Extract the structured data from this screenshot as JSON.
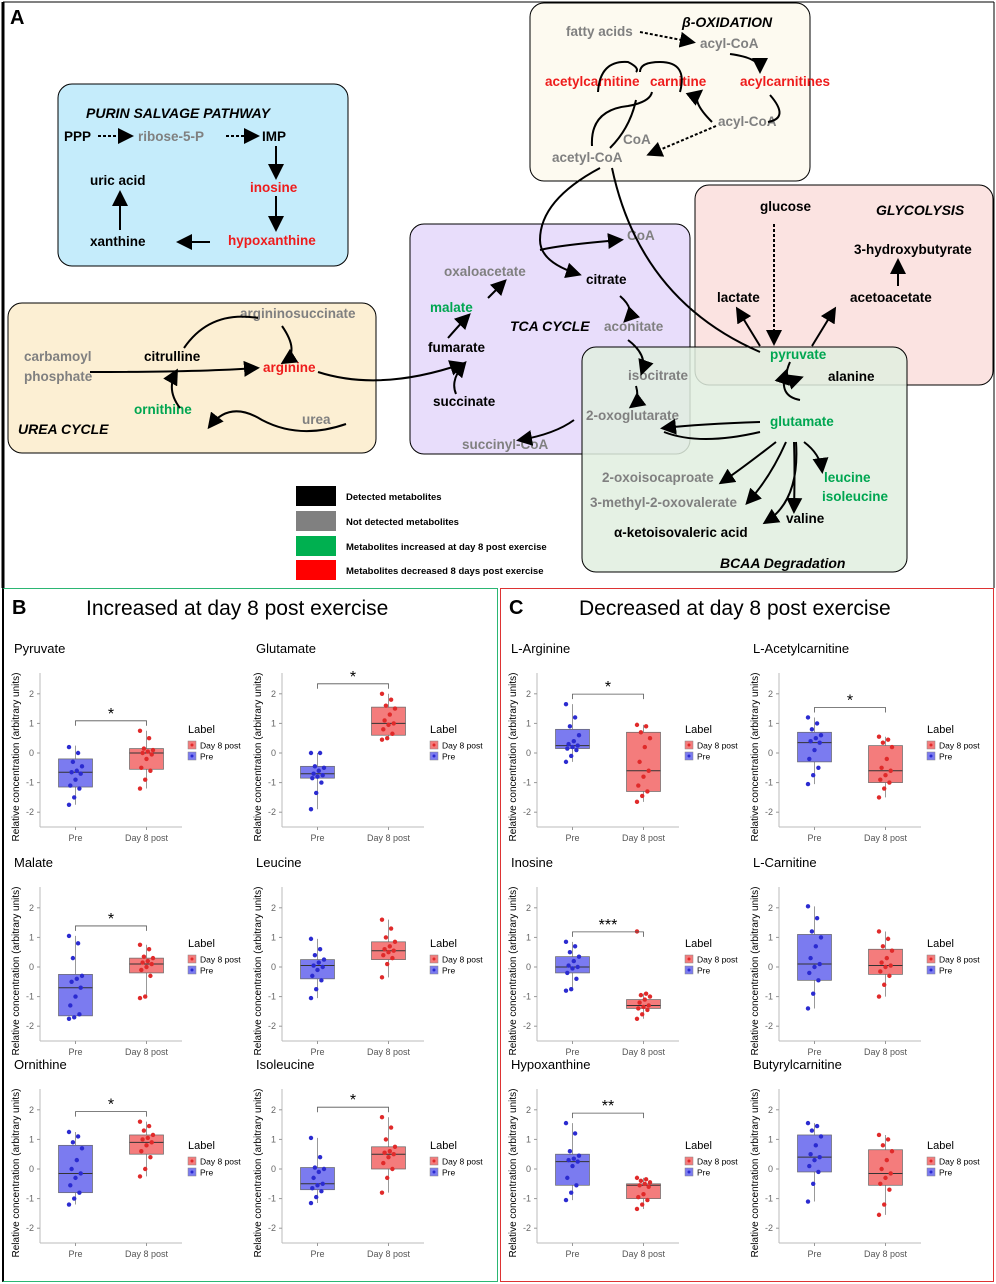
{
  "panelA": {
    "letter": "A",
    "pathways": {
      "purine": "PURIN SALVAGE PATHWAY",
      "boxid": "β-OXIDATION",
      "glycolysis": "GLYCOLYSIS",
      "tca": "TCA CYCLE",
      "urea": "UREA CYCLE",
      "bcaa": "BCAA Degradation"
    },
    "metabolites": {
      "ppp": "PPP",
      "ribose": "ribose-5-P",
      "imp": "IMP",
      "inosine": "inosine",
      "hypoxanthine": "hypoxanthine",
      "xanthine": "xanthine",
      "uric": "uric acid",
      "fatty": "fatty acids",
      "acylcoa1": "acyl-CoA",
      "acetylcarnitine": "acetylcarnitine",
      "carnitine": "carnitine",
      "acylcarnitines": "acylcarnitines",
      "coa1": "CoA",
      "acylcoa2": "acyl-CoA",
      "acetylcoa": "acetyl-CoA",
      "glucose": "glucose",
      "hydroxybutyrate": "3-hydroxybutyrate",
      "lactate": "lactate",
      "acetoacetate": "acetoacetate",
      "pyruvate": "pyruvate",
      "alanine": "alanine",
      "coa2": "CoA",
      "oxaloacetate": "oxaloacetate",
      "citrate": "citrate",
      "malate": "malate",
      "aconitate": "aconitate",
      "fumarate": "fumarate",
      "isocitrate": "isocitrate",
      "succinate": "succinate",
      "oxoglutarate": "2-oxoglutarate",
      "succinylcoa": "succinyl-CoA",
      "arginosucc": "argininosuccinate",
      "carbamoyl1": "carbamoyl",
      "carbamoyl2": "phosphate",
      "citrulline": "citrulline",
      "arginine": "arginine",
      "ornithine": "ornithine",
      "urea": "urea",
      "glutamate": "glutamate",
      "oxoisocaproate": "2-oxoisocaproate",
      "methyloxovalerate": "3-methyl-2-oxovalerate",
      "ketoisovaleric": "α-ketoisovaleric acid",
      "valine": "valine",
      "leucine": "leucine",
      "isoleucine": "isoleucine"
    },
    "legend": [
      {
        "label": "Detected metabolites",
        "color": "#000000"
      },
      {
        "label": "Not detected metabolites",
        "color": "#808080"
      },
      {
        "label": "Metabolites increased at day 8 post exercise",
        "color": "#00b050"
      },
      {
        "label": "Metabolites decreased 8 days post exercise",
        "color": "#ff0000"
      }
    ]
  },
  "panelB": {
    "letter": "B",
    "title": "Increased at day 8 post exercise"
  },
  "panelC": {
    "letter": "C",
    "title": "Decreased at day 8 post exercise"
  },
  "common": {
    "ylabel": "Relative concentration (arbitrary units)",
    "xcats": [
      "Pre",
      "Day 8 post"
    ],
    "legend_title": "Label",
    "legend_items": [
      "Day 8 post",
      "Pre"
    ],
    "colors": {
      "pre": "#7b7bf0",
      "post": "#f47c7c",
      "pre_pt": "#2b2bd0",
      "post_pt": "#e02a2a"
    }
  },
  "chart_data": [
    {
      "type": "box",
      "title": "Pyruvate",
      "sig": "*",
      "ylim": [
        -2.5,
        2.5
      ],
      "pre": {
        "q1": -1.15,
        "median": -0.65,
        "q3": -0.2,
        "lo": -1.75,
        "hi": 0.25,
        "points": [
          -1.75,
          -1.5,
          -1.2,
          -1.1,
          -0.9,
          -0.7,
          -0.65,
          -0.6,
          -0.45,
          -0.3,
          0.0,
          0.2
        ]
      },
      "post": {
        "q1": -0.55,
        "median": 0.0,
        "q3": 0.15,
        "lo": -1.2,
        "hi": 0.75,
        "points": [
          -1.2,
          -0.9,
          -0.6,
          -0.5,
          -0.2,
          -0.05,
          0.0,
          0.05,
          0.1,
          0.15,
          0.5,
          0.75
        ]
      }
    },
    {
      "type": "box",
      "title": "Glutamate",
      "sig": "*",
      "ylim": [
        -2.5,
        2.5
      ],
      "pre": {
        "q1": -0.85,
        "median": -0.7,
        "q3": -0.45,
        "lo": -1.9,
        "hi": 0.0,
        "points": [
          -1.9,
          -1.35,
          -1.0,
          -0.85,
          -0.8,
          -0.75,
          -0.7,
          -0.6,
          -0.5,
          -0.45,
          0.0,
          0.0
        ]
      },
      "post": {
        "q1": 0.6,
        "median": 1.0,
        "q3": 1.55,
        "lo": 0.45,
        "hi": 2.0,
        "points": [
          0.45,
          0.5,
          0.65,
          0.8,
          0.95,
          1.0,
          1.1,
          1.3,
          1.5,
          1.6,
          1.8,
          2.0
        ]
      }
    },
    {
      "type": "box",
      "title": "L-Arginine",
      "sig": "*",
      "ylim": [
        -2.5,
        2.5
      ],
      "pre": {
        "q1": 0.15,
        "median": 0.25,
        "q3": 0.8,
        "lo": -0.3,
        "hi": 1.65,
        "points": [
          -0.3,
          -0.1,
          0.1,
          0.15,
          0.2,
          0.25,
          0.3,
          0.4,
          0.6,
          0.9,
          1.2,
          1.65
        ]
      },
      "post": {
        "q1": -1.3,
        "median": -0.6,
        "q3": 0.7,
        "lo": -1.65,
        "hi": 0.95,
        "points": [
          -1.65,
          -1.45,
          -1.3,
          -1.1,
          -0.8,
          -0.6,
          -0.3,
          0.2,
          0.5,
          0.7,
          0.9,
          0.95
        ]
      }
    },
    {
      "type": "box",
      "title": "L-Acetylcarnitine",
      "sig": "*",
      "ylim": [
        -2.5,
        2.5
      ],
      "pre": {
        "q1": -0.3,
        "median": 0.35,
        "q3": 0.7,
        "lo": -1.05,
        "hi": 1.2,
        "points": [
          -1.05,
          -0.75,
          -0.5,
          -0.2,
          0.1,
          0.35,
          0.4,
          0.5,
          0.6,
          0.8,
          1.0,
          1.2
        ]
      },
      "post": {
        "q1": -1.0,
        "median": -0.6,
        "q3": 0.25,
        "lo": -1.5,
        "hi": 0.55,
        "points": [
          -1.5,
          -1.2,
          -1.0,
          -0.9,
          -0.75,
          -0.6,
          -0.5,
          -0.2,
          0.2,
          0.35,
          0.45,
          0.55
        ]
      }
    },
    {
      "type": "box",
      "title": "Malate",
      "sig": "*",
      "ylim": [
        -2.5,
        2.5
      ],
      "pre": {
        "q1": -1.65,
        "median": -0.7,
        "q3": -0.25,
        "lo": -1.75,
        "hi": 1.05,
        "points": [
          -1.75,
          -1.7,
          -1.6,
          -1.3,
          -1.0,
          -0.7,
          -0.5,
          -0.4,
          -0.3,
          0.3,
          0.8,
          1.05
        ]
      },
      "post": {
        "q1": -0.2,
        "median": 0.1,
        "q3": 0.3,
        "lo": -1.05,
        "hi": 0.75,
        "points": [
          -1.05,
          -1.0,
          -0.3,
          -0.1,
          0.0,
          0.1,
          0.15,
          0.2,
          0.3,
          0.35,
          0.6,
          0.75
        ]
      }
    },
    {
      "type": "box",
      "title": "Leucine",
      "sig": "",
      "ylim": [
        -2.5,
        2.5
      ],
      "pre": {
        "q1": -0.4,
        "median": 0.05,
        "q3": 0.25,
        "lo": -1.05,
        "hi": 0.95,
        "points": [
          -1.05,
          -0.75,
          -0.45,
          -0.3,
          -0.1,
          0.0,
          0.05,
          0.15,
          0.25,
          0.4,
          0.6,
          0.95
        ]
      },
      "post": {
        "q1": 0.25,
        "median": 0.55,
        "q3": 0.85,
        "lo": -0.35,
        "hi": 1.6,
        "points": [
          -0.35,
          0.1,
          0.3,
          0.4,
          0.5,
          0.55,
          0.6,
          0.7,
          0.85,
          1.0,
          1.3,
          1.6
        ]
      }
    },
    {
      "type": "box",
      "title": "Inosine",
      "sig": "***",
      "ylim": [
        -2.5,
        2.5
      ],
      "pre": {
        "q1": -0.2,
        "median": 0.0,
        "q3": 0.35,
        "lo": -0.8,
        "hi": 0.85,
        "points": [
          -0.8,
          -0.75,
          -0.4,
          -0.2,
          -0.05,
          0.0,
          0.05,
          0.2,
          0.35,
          0.5,
          0.7,
          0.85
        ]
      },
      "post": {
        "q1": -1.4,
        "median": -1.3,
        "q3": -1.1,
        "lo": -1.75,
        "hi": -0.9,
        "points": [
          -1.75,
          -1.6,
          -1.45,
          -1.4,
          -1.35,
          -1.3,
          -1.2,
          -1.1,
          -1.0,
          -0.95,
          -0.9,
          1.2
        ]
      }
    },
    {
      "type": "box",
      "title": "L-Carnitine",
      "sig": "",
      "ylim": [
        -2.5,
        2.5
      ],
      "pre": {
        "q1": -0.45,
        "median": 0.1,
        "q3": 1.1,
        "lo": -1.4,
        "hi": 2.05,
        "points": [
          -1.4,
          -0.9,
          -0.45,
          -0.2,
          0.0,
          0.1,
          0.3,
          0.7,
          1.0,
          1.2,
          1.65,
          2.05
        ]
      },
      "post": {
        "q1": -0.25,
        "median": 0.05,
        "q3": 0.6,
        "lo": -1.0,
        "hi": 1.2,
        "points": [
          -1.0,
          -0.6,
          -0.3,
          -0.15,
          0.0,
          0.05,
          0.15,
          0.3,
          0.55,
          0.7,
          0.95,
          1.2
        ]
      }
    },
    {
      "type": "box",
      "title": "Ornithine",
      "sig": "*",
      "ylim": [
        -2.5,
        2.5
      ],
      "pre": {
        "q1": -0.8,
        "median": -0.15,
        "q3": 0.8,
        "lo": -1.2,
        "hi": 1.25,
        "points": [
          -1.2,
          -1.0,
          -0.8,
          -0.55,
          -0.3,
          -0.15,
          0.0,
          0.3,
          0.7,
          0.9,
          1.1,
          1.25
        ]
      },
      "post": {
        "q1": 0.5,
        "median": 0.9,
        "q3": 1.15,
        "lo": -0.25,
        "hi": 1.6,
        "points": [
          -0.25,
          0.0,
          0.4,
          0.6,
          0.8,
          0.9,
          1.0,
          1.05,
          1.15,
          1.3,
          1.45,
          1.6
        ]
      }
    },
    {
      "type": "box",
      "title": "Isoleucine",
      "sig": "*",
      "ylim": [
        -2.5,
        2.5
      ],
      "pre": {
        "q1": -0.7,
        "median": -0.5,
        "q3": 0.05,
        "lo": -1.15,
        "hi": 1.05,
        "points": [
          -1.15,
          -0.95,
          -0.75,
          -0.65,
          -0.55,
          -0.5,
          -0.3,
          -0.1,
          0.0,
          0.05,
          0.4,
          1.05
        ]
      },
      "post": {
        "q1": 0.0,
        "median": 0.5,
        "q3": 0.75,
        "lo": -0.8,
        "hi": 1.75,
        "points": [
          -0.8,
          -0.3,
          0.0,
          0.2,
          0.4,
          0.5,
          0.55,
          0.6,
          0.75,
          1.0,
          1.4,
          1.75
        ]
      }
    },
    {
      "type": "box",
      "title": "Hypoxanthine",
      "sig": "**",
      "ylim": [
        -2.5,
        2.5
      ],
      "pre": {
        "q1": -0.55,
        "median": 0.25,
        "q3": 0.5,
        "lo": -1.05,
        "hi": 1.55,
        "points": [
          -1.05,
          -0.8,
          -0.55,
          -0.3,
          0.1,
          0.25,
          0.3,
          0.35,
          0.45,
          0.6,
          1.2,
          1.55
        ]
      },
      "post": {
        "q1": -1.0,
        "median": -0.55,
        "q3": -0.5,
        "lo": -1.35,
        "hi": -0.3,
        "points": [
          -1.35,
          -1.2,
          -1.05,
          -0.95,
          -0.85,
          -0.6,
          -0.55,
          -0.5,
          -0.45,
          -0.4,
          -0.35,
          -0.3
        ]
      }
    },
    {
      "type": "box",
      "title": "Butyrylcarnitine",
      "sig": "",
      "ylim": [
        -2.5,
        2.5
      ],
      "pre": {
        "q1": -0.1,
        "median": 0.4,
        "q3": 1.15,
        "lo": -1.1,
        "hi": 1.55,
        "points": [
          -1.1,
          -0.5,
          -0.1,
          0.1,
          0.3,
          0.4,
          0.5,
          0.8,
          1.1,
          1.3,
          1.45,
          1.55
        ]
      },
      "post": {
        "q1": -0.55,
        "median": -0.15,
        "q3": 0.65,
        "lo": -1.55,
        "hi": 1.15,
        "points": [
          -1.55,
          -1.2,
          -0.7,
          -0.5,
          -0.3,
          -0.15,
          0.0,
          0.3,
          0.6,
          0.8,
          1.0,
          1.15
        ]
      }
    }
  ]
}
